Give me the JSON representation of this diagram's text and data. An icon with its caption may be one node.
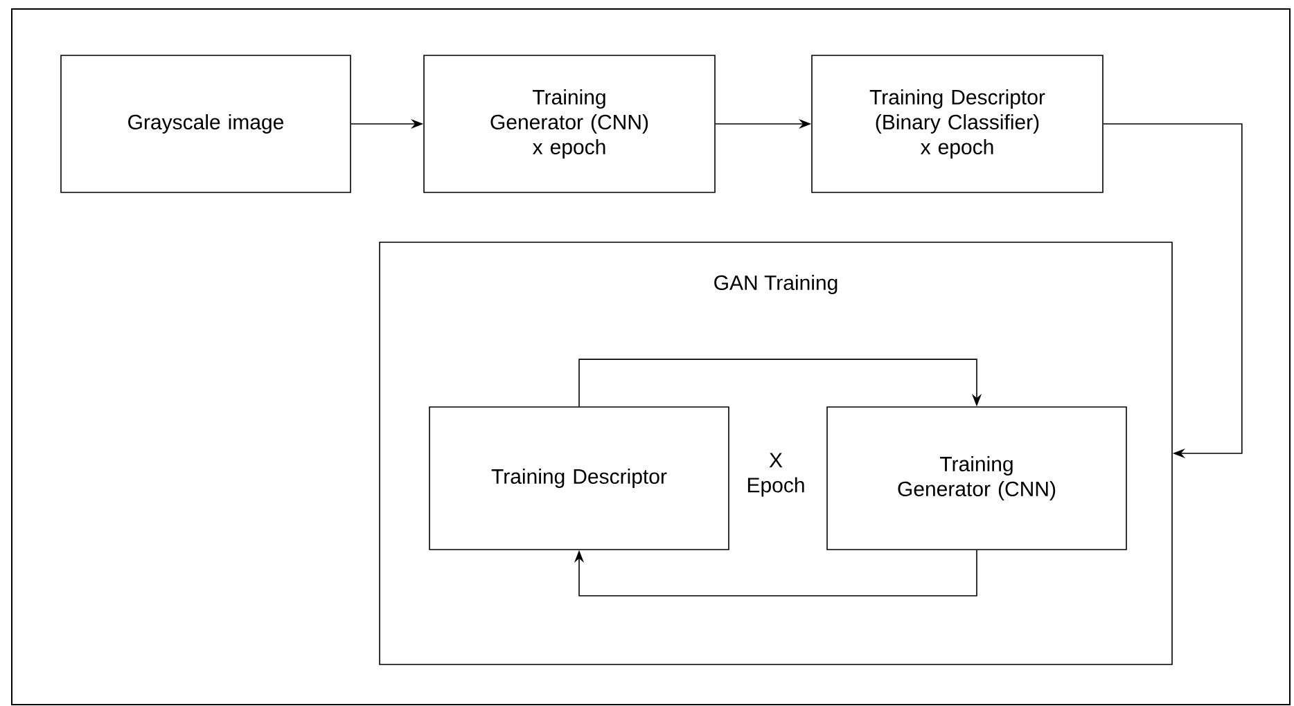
{
  "diagram": {
    "nodes": [
      {
        "text": [
          "Grayscale image"
        ]
      },
      {
        "text": [
          "Training Generator (CNN)",
          "x epoch"
        ]
      },
      {
        "text": [
          "Training Descriptor (Binary Classifier)",
          "x epoch"
        ]
      },
      {
        "text": [
          "GAN Training"
        ]
      },
      {
        "text": [
          "Training Descriptor"
        ],
        "in": 3
      },
      {
        "text": [
          "Training Generator (CNN)"
        ],
        "in": 3
      }
    ],
    "edges": [
      {
        "from": 0,
        "to": 1,
        "arrow": "to"
      },
      {
        "from": 1,
        "to": 2,
        "arrow": "to"
      },
      {
        "from": 2,
        "to": 3,
        "arrow": "to"
      },
      {
        "from": 4,
        "to": 5,
        "arrow": "to"
      },
      {
        "from": 5,
        "to": 4,
        "arrow": "to"
      }
    ],
    "labels": [
      "X Epoch"
    ]
  }
}
